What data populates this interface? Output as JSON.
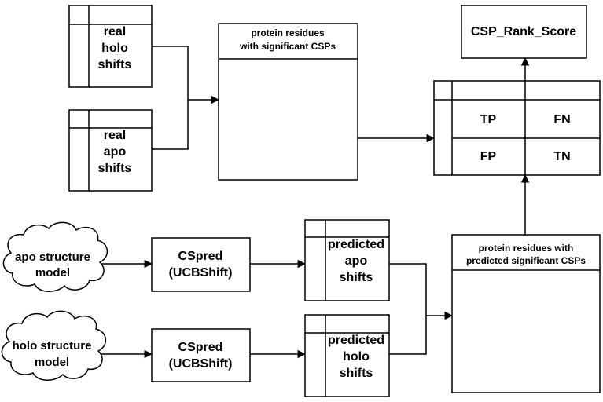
{
  "real_holo_shifts": [
    "real",
    "holo",
    "shifts"
  ],
  "real_apo_shifts": [
    "real",
    "apo",
    "shifts"
  ],
  "significant_csps": [
    "protein residues",
    "with significant CSPs"
  ],
  "csp_rank_score": "CSP_Rank_Score",
  "confusion": {
    "tp": "TP",
    "fn": "FN",
    "fp": "FP",
    "tn": "TN"
  },
  "apo_structure": [
    "apo structure",
    "model"
  ],
  "holo_structure": [
    "holo structure",
    "model"
  ],
  "cspred_apo": [
    "CSpred",
    "(UCBShift)"
  ],
  "cspred_holo": [
    "CSpred",
    "(UCBShift)"
  ],
  "predicted_apo_shifts": [
    "predicted",
    "apo",
    "shifts"
  ],
  "predicted_holo_shifts": [
    "predicted",
    "holo",
    "shifts"
  ],
  "predicted_significant_csps": [
    "protein residues with",
    "predicted significant CSPs"
  ]
}
